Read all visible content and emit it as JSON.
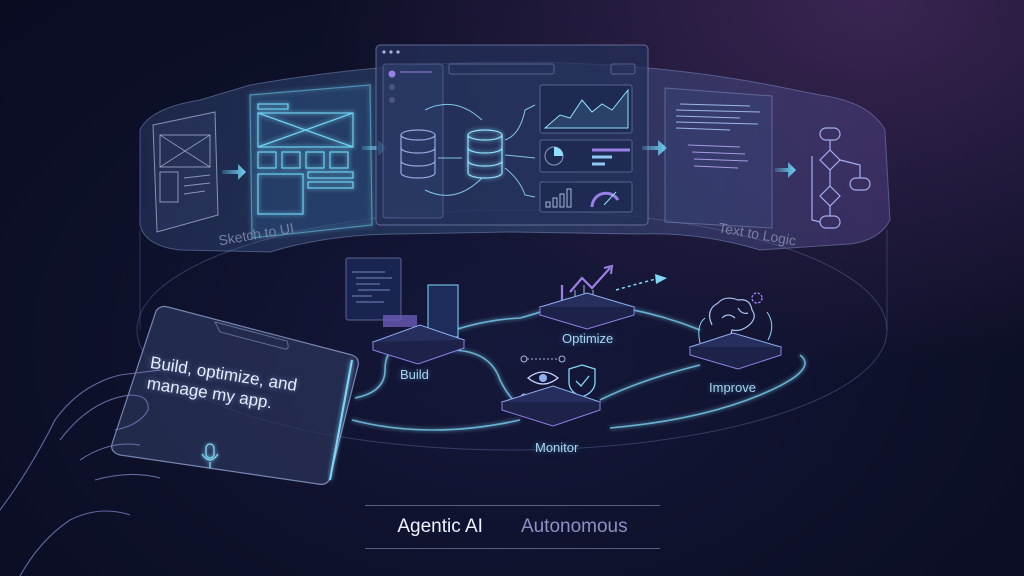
{
  "band": {
    "left_label": "Sketch to UI",
    "right_label": "Text to Logic"
  },
  "dashboard": {
    "panels": [
      "database-pipeline",
      "area-chart",
      "pie-summary",
      "bar-gauge"
    ]
  },
  "workflow": {
    "nodes": [
      {
        "id": "build",
        "label": "Build"
      },
      {
        "id": "optimize",
        "label": "Optimize"
      },
      {
        "id": "monitor",
        "label": "Monitor"
      },
      {
        "id": "improve",
        "label": "Improve"
      }
    ]
  },
  "tablet": {
    "prompt": "Build, optimize, and manage my app.",
    "mic_icon": "microphone-icon"
  },
  "footer": {
    "primary": "Agentic AI",
    "secondary": "Autonomous"
  },
  "colors": {
    "background": "#0d1029",
    "cyan_accent": "#6fd3f5",
    "violet_accent": "#9b7fe6",
    "text": "#e6ecff"
  }
}
